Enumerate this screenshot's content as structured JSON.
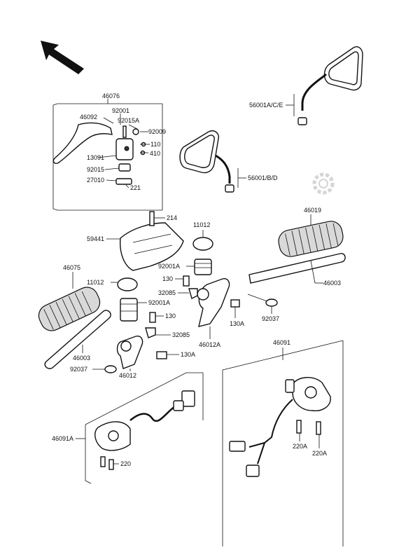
{
  "labels": {
    "l46076": "46076",
    "l92001": "92001",
    "l46092": "46092",
    "l92015A": "92015A",
    "l92009": "92009",
    "l110": "110",
    "l13091": "13091",
    "l410": "410",
    "l92015": "92015",
    "l27010": "27010",
    "l221": "221",
    "l56001ACE": "56001A/C/E",
    "l56001BD": "56001/B/D",
    "l214": "214",
    "l11012a": "11012",
    "l46019": "46019",
    "l59441": "59441",
    "l92001Aa": "92001A",
    "l46075": "46075",
    "l130a": "130",
    "l11012b": "11012",
    "l32085a": "32085",
    "l92001Ab": "92001A",
    "l46003a": "46003",
    "l130b": "130",
    "l32085b": "32085",
    "l130Aa": "130A",
    "l92037a": "92037",
    "l46012A": "46012A",
    "l46003b": "46003",
    "l130Ab": "130A",
    "l92037b": "92037",
    "l46012": "46012",
    "l46091": "46091",
    "l46091A": "46091A",
    "l220": "220",
    "l220Aa": "220A",
    "l220Ab": "220A"
  }
}
